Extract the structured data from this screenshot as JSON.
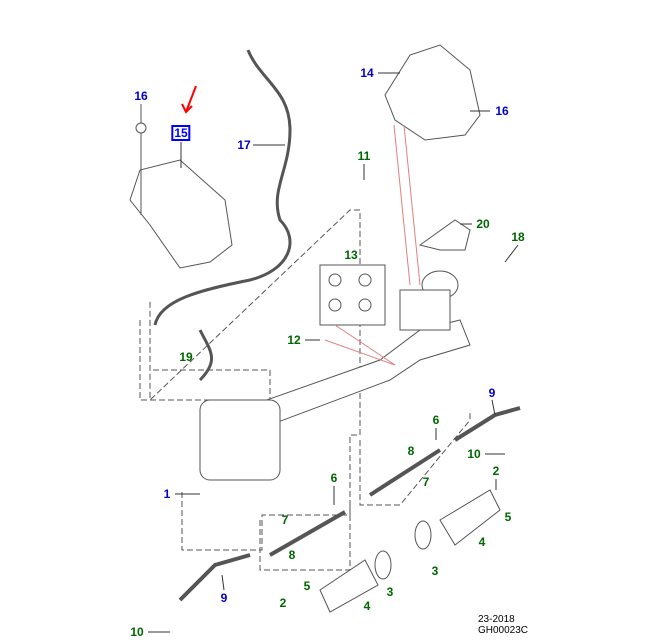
{
  "diagram": {
    "callouts": [
      {
        "label": "16",
        "color": "#0000cc"
      },
      {
        "label": "15",
        "color": "#0000ff",
        "boxed": true
      },
      {
        "label": "17",
        "color": "#0000cc"
      },
      {
        "label": "14",
        "color": "#0000cc"
      },
      {
        "label": "16",
        "color": "#0000cc"
      },
      {
        "label": "11",
        "color": "#006600"
      },
      {
        "label": "20",
        "color": "#006600"
      },
      {
        "label": "18",
        "color": "#006600"
      },
      {
        "label": "13",
        "color": "#006600"
      },
      {
        "label": "12",
        "color": "#006600"
      },
      {
        "label": "19",
        "color": "#006600"
      },
      {
        "label": "1",
        "color": "#0000cc"
      },
      {
        "label": "9",
        "color": "#0000cc"
      },
      {
        "label": "10",
        "color": "#006600"
      },
      {
        "label": "6",
        "color": "#006600"
      },
      {
        "label": "8",
        "color": "#006600"
      },
      {
        "label": "7",
        "color": "#006600"
      },
      {
        "label": "2",
        "color": "#006600"
      },
      {
        "label": "5",
        "color": "#006600"
      },
      {
        "label": "4",
        "color": "#006600"
      },
      {
        "label": "3",
        "color": "#006600"
      },
      {
        "label": "6",
        "color": "#006600"
      },
      {
        "label": "7",
        "color": "#006600"
      },
      {
        "label": "8",
        "color": "#006600"
      },
      {
        "label": "5",
        "color": "#006600"
      },
      {
        "label": "2",
        "color": "#006600"
      },
      {
        "label": "4",
        "color": "#006600"
      },
      {
        "label": "3",
        "color": "#006600"
      },
      {
        "label": "9",
        "color": "#0000cc"
      },
      {
        "label": "10",
        "color": "#006600"
      }
    ],
    "footer_date": "23-2018",
    "footer_code": "GH00023C",
    "highlight_color": "#ff0000"
  }
}
